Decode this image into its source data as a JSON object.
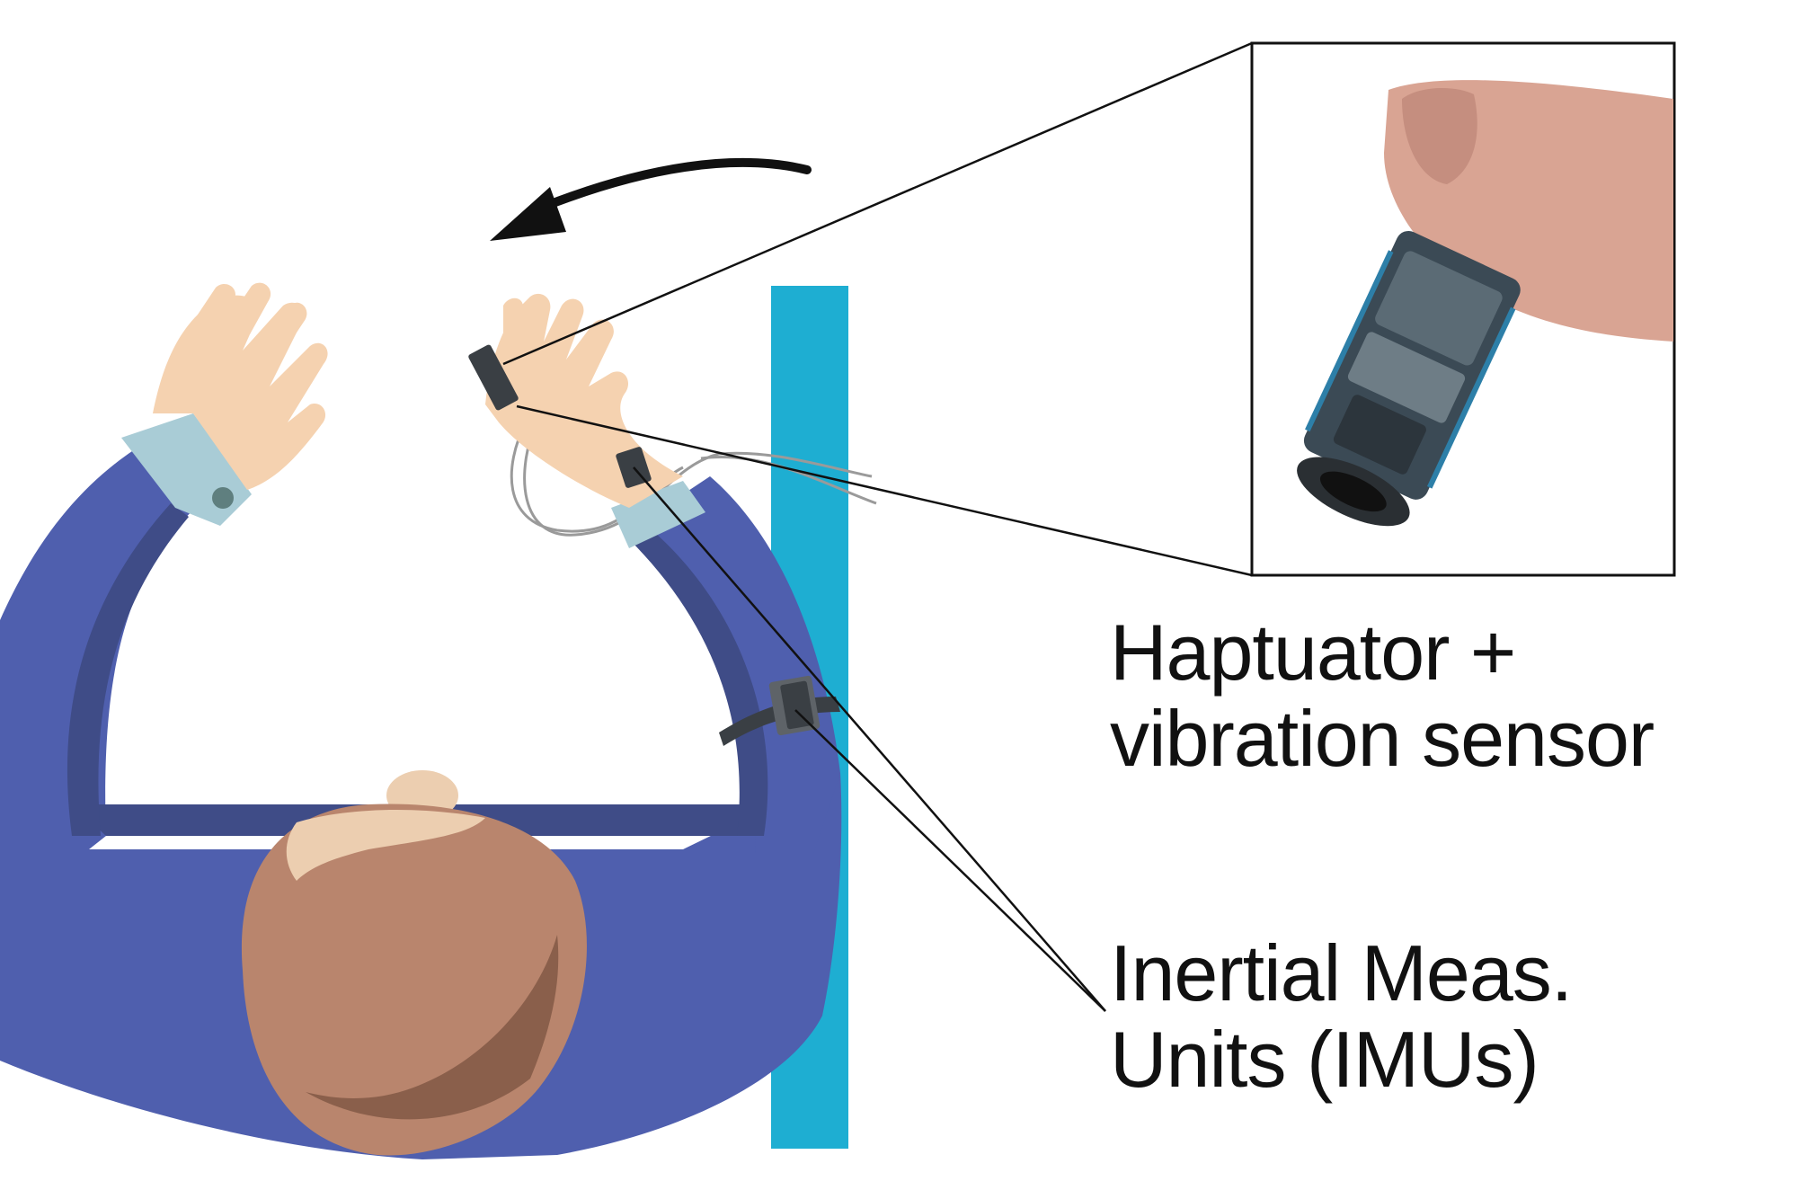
{
  "labels": {
    "haptuator_line1": "Haptuator +",
    "haptuator_line2": "vibration sensor",
    "imu_line1": "Inertial Meas.",
    "imu_line2": "Units (IMUs)"
  },
  "colors": {
    "shirt": "#4f5fae",
    "shirt_shadow": "#3f4c87",
    "skin": "#f5d2b0",
    "hair": "#b9856d",
    "hair_shadow": "#8a5f4b",
    "cuff": "#a9ccd6",
    "surface": "#1eaed2",
    "device": "#3a3f44"
  }
}
